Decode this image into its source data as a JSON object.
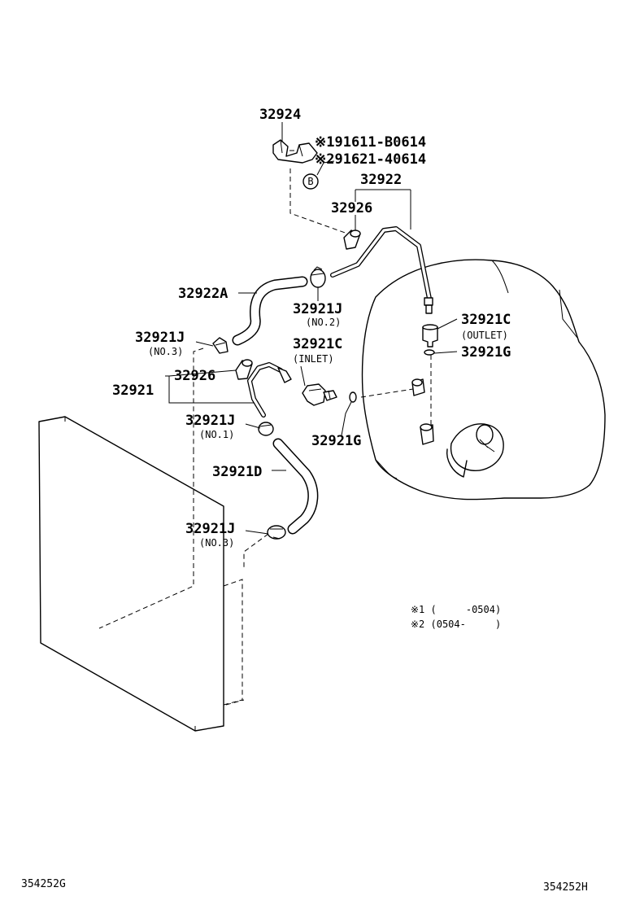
{
  "labels": {
    "p32924": "32924",
    "p91611": "※191611-B0614",
    "p91621": "※291621-40614",
    "p32922": "32922",
    "p32926_top": "32926",
    "p32922A": "32922A",
    "p32921J_no2": "32921J",
    "no2": "(NO.2)",
    "p32921J_no3_top": "32921J",
    "no3_top": "(NO.3)",
    "p32921C_inlet": "32921C",
    "inlet": "(INLET)",
    "p32921C_outlet": "32921C",
    "outlet": "(OUTLET)",
    "p32921G_top": "32921G",
    "p32926_mid": "32926",
    "p32921": "32921",
    "p32921J_no1": "32921J",
    "no1": "(NO.1)",
    "p32921G_mid": "32921G",
    "p32921D": "32921D",
    "p32921J_no3_bot": "32921J",
    "no3_bot": "(NO.3)",
    "circle_b": "B"
  },
  "notes": {
    "note1": "※1 (     -0504)",
    "note2": "※2 (0504-     )"
  },
  "footer": {
    "left_ref": "354252G",
    "right_ref": "354252H"
  }
}
